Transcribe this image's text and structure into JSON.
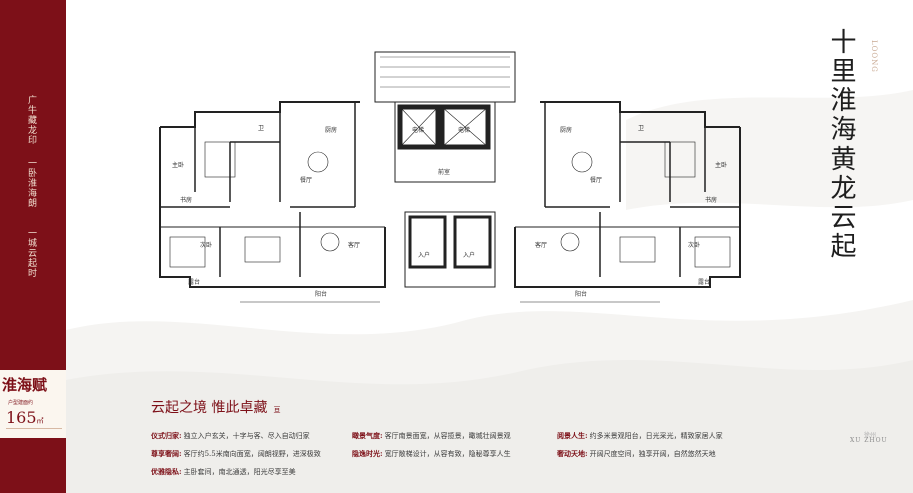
{
  "sidebar": {
    "vertical_lines": [
      "广牛藏龙印",
      "一卧淮海朗",
      "一城云起时"
    ],
    "badge": {
      "name": "淮海赋",
      "subtitle": "户型建面约",
      "area": "165",
      "unit": "㎡"
    }
  },
  "title": {
    "line1": "十里淮海",
    "line2": "黄龙云起"
  },
  "logo_vertical": "LOONG",
  "headline": {
    "text": "云起之境  惟此卓藏",
    "mark": "亘"
  },
  "features": [
    {
      "label": "仪式归家:",
      "text": "独立入户玄关，十字与客、尽入自动归家"
    },
    {
      "label": "尊享奢阔:",
      "text": "客厅约5.5米南向面宽，阔朗视野，进深极致"
    },
    {
      "label": "优雅隐私:",
      "text": "主卧套间，南北通透，阳光尽享至美"
    },
    {
      "label": "瞰景气度:",
      "text": "客厅南景面宽，从容揽景，瞰城壮阔景观"
    },
    {
      "label": "隐逸时光:",
      "text": "宽厅敞梯设计，从容有致，隐秘尊享人生"
    },
    {
      "label": "阅景人生:",
      "text": "约多米景观阳台，日光采光，精致家居人家"
    },
    {
      "label": "奢动天地:",
      "text": "开阔尺度空间，独享开阔，自然悠然天地"
    }
  ],
  "plan_labels": {
    "rooms_left": [
      "主卧",
      "书房",
      "卫",
      "次卧",
      "客厅",
      "餐厅",
      "厨房",
      "阳台",
      "露台"
    ],
    "rooms_right": [
      "主卧",
      "书房",
      "卫",
      "次卧",
      "客厅",
      "餐厅",
      "厨房",
      "阳台",
      "露台"
    ],
    "center": [
      "电梯",
      "电梯",
      "前室",
      "入户",
      "入户"
    ]
  },
  "footer": {
    "brand_en": "XU ZHOU",
    "brand_zh": "徐州"
  },
  "colors": {
    "brand": "#7d1018",
    "badge_bg": "#fbf6ef",
    "plan_line": "#222222"
  }
}
